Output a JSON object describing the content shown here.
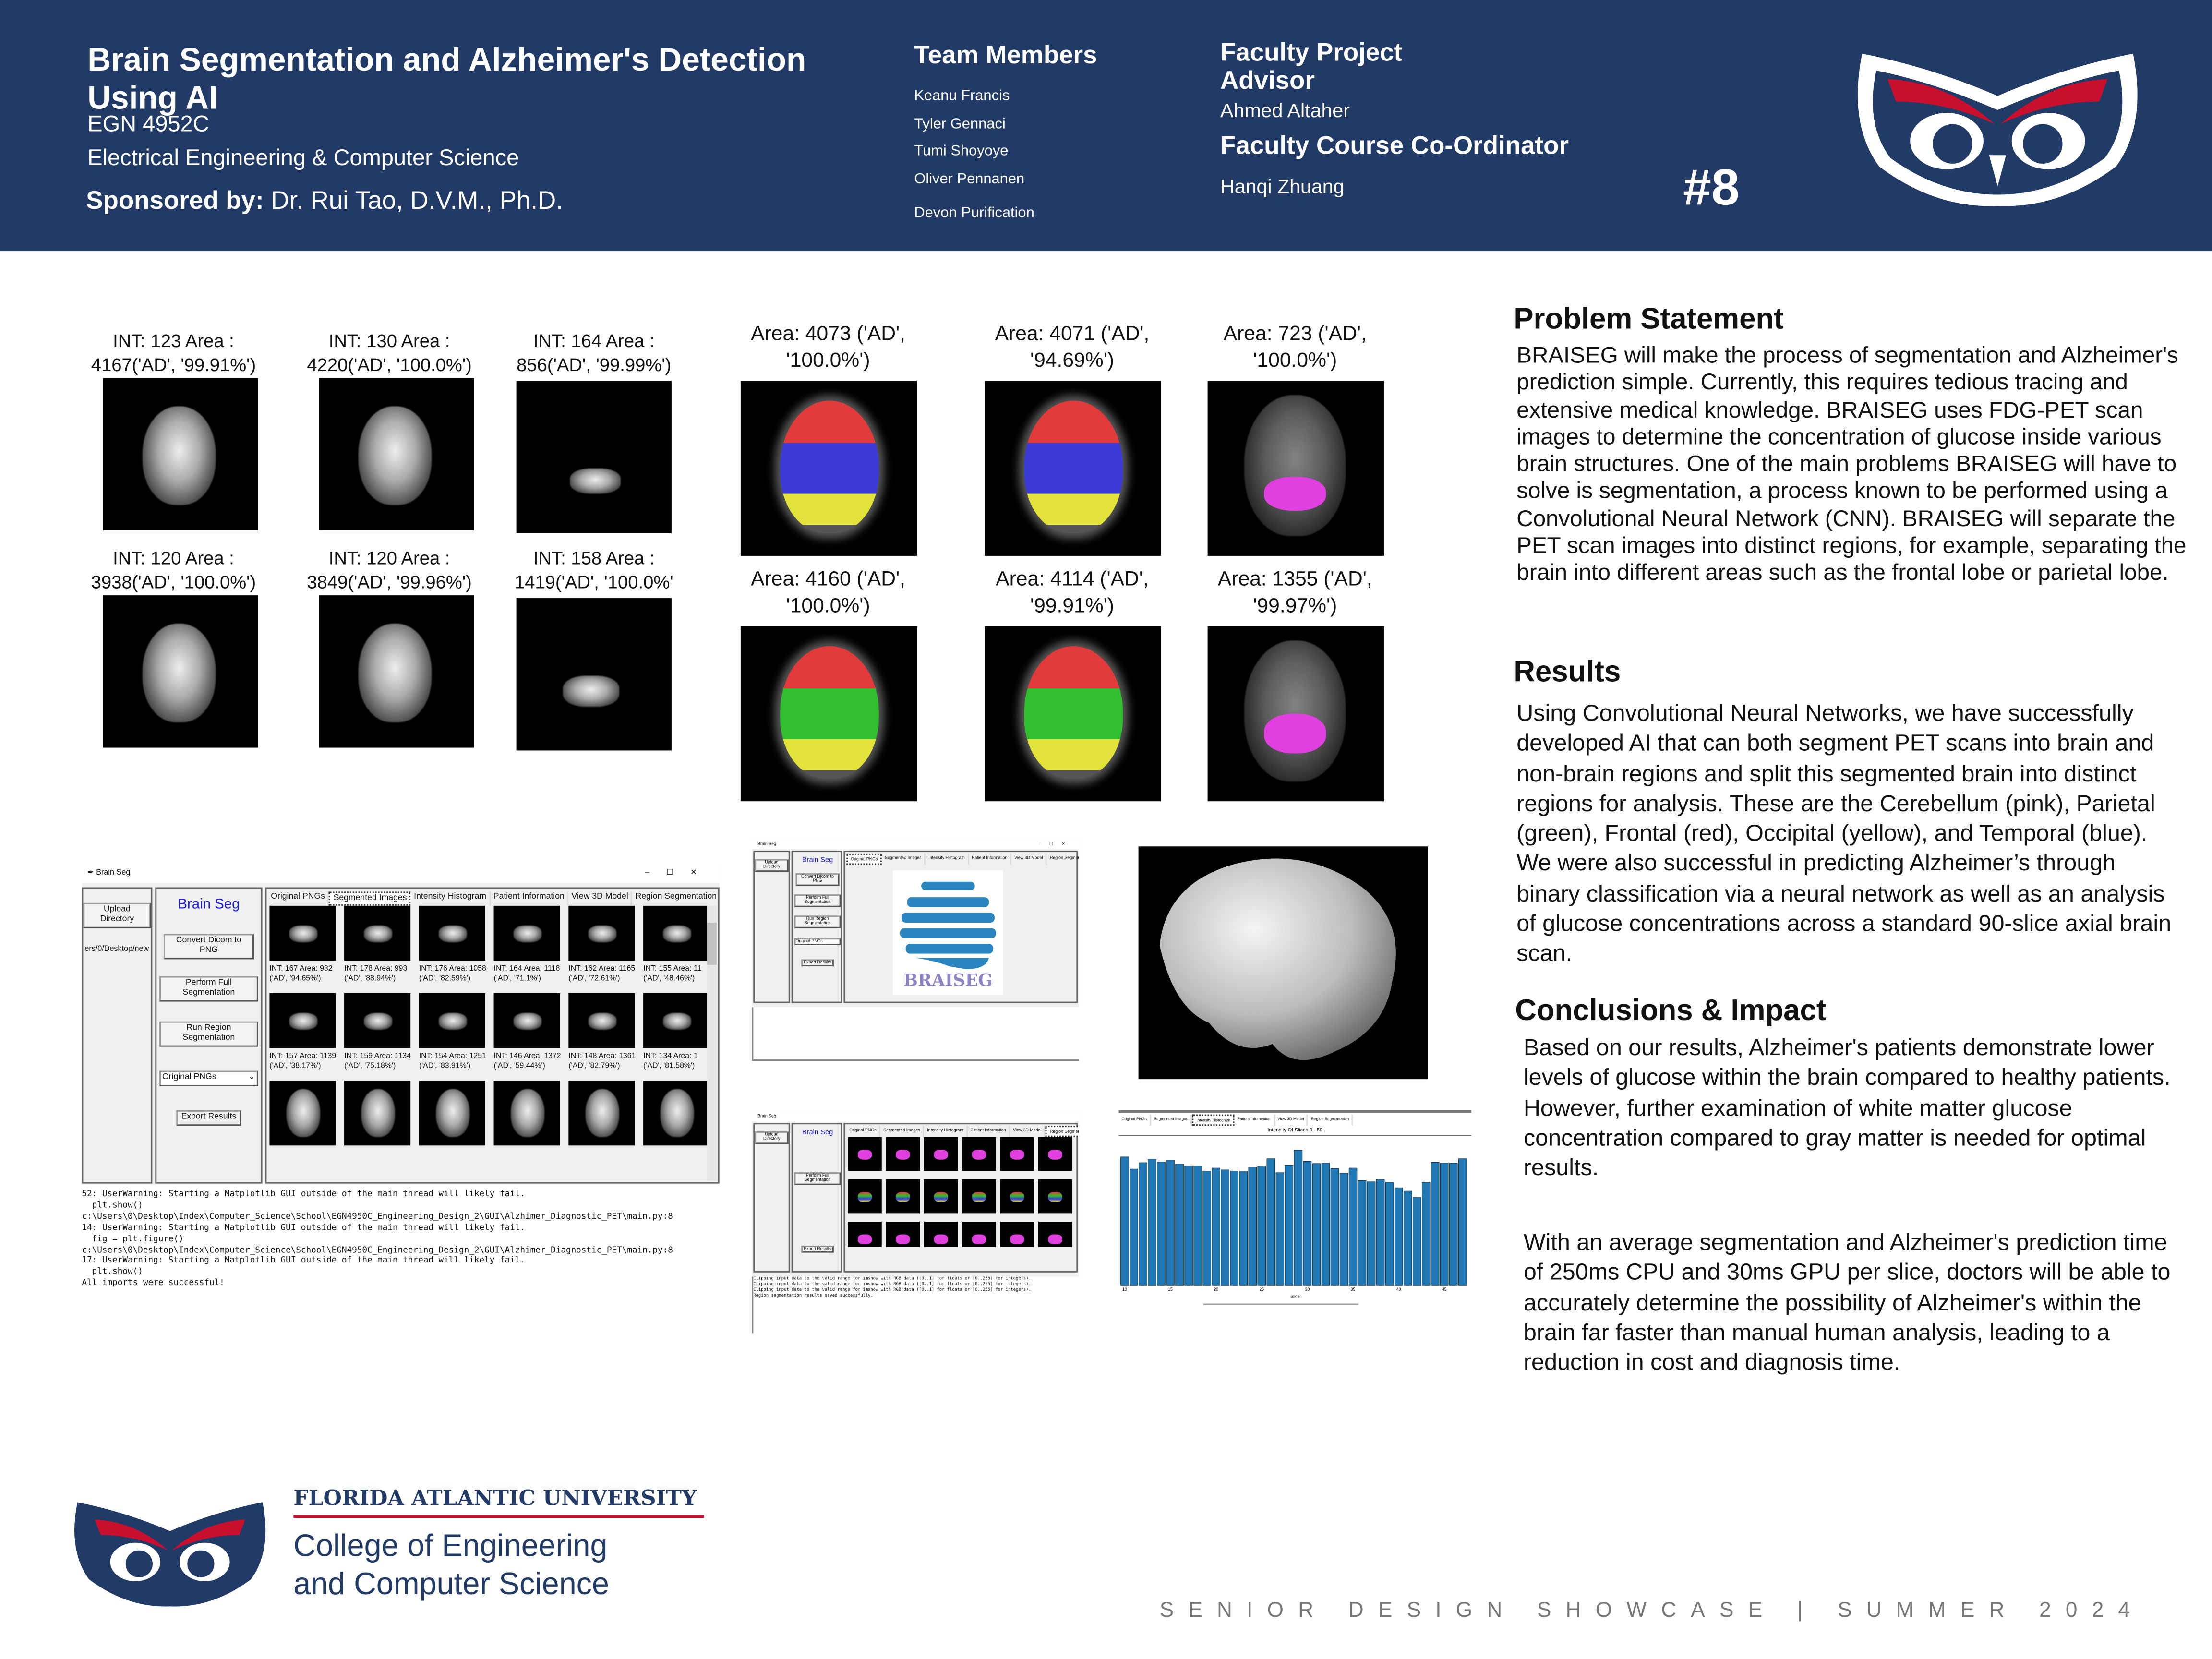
{
  "header": {
    "title": "Brain Segmentation and Alzheimer's Detection Using AI",
    "course": "EGN 4952C",
    "department": "Electrical Engineering & Computer Science",
    "sponsor_label": "Sponsored by:",
    "sponsor_name": " Dr. Rui Tao, D.V.M., Ph.D.",
    "team_heading": "Team Members",
    "team": [
      "Keanu Francis",
      "Tyler Gennaci",
      "Tumi Shoyoye",
      "Oliver Pennanen",
      "Devon Purification"
    ],
    "advisor_heading": "Faculty Project Advisor",
    "advisor": "Ahmed Altaher",
    "coordinator_heading": "Faculty Course Co-Ordinator",
    "coordinator": "Hanqi Zhuang",
    "project_number": "#8",
    "colors": {
      "navy": "#223a66",
      "red": "#c8102e"
    }
  },
  "gray_results": [
    {
      "caption": "INT: 123 Area :\n4167('AD', '99.91%')",
      "size": "large"
    },
    {
      "caption": "INT: 130 Area :\n4220('AD', '100.0%')",
      "size": "large"
    },
    {
      "caption": "INT: 164 Area :\n856('AD', '99.99%')",
      "size": "small"
    },
    {
      "caption": "INT: 120 Area :\n3938('AD', '100.0%')",
      "size": "large"
    },
    {
      "caption": "INT: 120 Area :\n3849('AD', '99.96%')",
      "size": "large"
    },
    {
      "caption": "INT: 158 Area :\n1419('AD', '100.0%'",
      "size": "small"
    }
  ],
  "region_results": [
    {
      "caption": "Area: 4073 ('AD',\n'100.0%')",
      "regions": [
        "red",
        "blue",
        "yellow"
      ]
    },
    {
      "caption": "Area: 4071 ('AD',\n'94.69%')",
      "regions": [
        "red",
        "blue",
        "yellow"
      ]
    },
    {
      "caption": "Area: 723 ('AD',\n'100.0%')",
      "regions": [
        "pink"
      ]
    },
    {
      "caption": "Area: 4160 ('AD',\n'100.0%')",
      "regions": [
        "red",
        "green",
        "yellow"
      ]
    },
    {
      "caption": "Area: 4114 ('AD',\n'99.91%')",
      "regions": [
        "red",
        "green",
        "yellow"
      ]
    },
    {
      "caption": "Area: 1355 ('AD',\n'99.97%')",
      "regions": [
        "pink"
      ]
    }
  ],
  "gui": {
    "window_title": "Brain Seg",
    "app_title": "Brain Seg",
    "upload_button": "Upload Directory",
    "path": "ers/0/Desktop/new",
    "convert_button": "Convert Dicom to PNG",
    "full_seg_button": "Perform Full Segmentation",
    "region_seg_button": "Run Region Segmentation",
    "view_select": "Original PNGs",
    "export_button": "Export Results",
    "tabs": [
      "Original PNGs",
      "Segmented Images",
      "Intensity Histogram",
      "Patient Information",
      "View 3D Model",
      "Region Segmentation"
    ],
    "thumbs": [
      "INT: 167 Area: 932\n('AD', '94.65%')",
      "INT: 178 Area: 993\n('AD', '88.94%')",
      "INT: 176 Area: 1058\n('AD', '82.59%')",
      "INT: 164 Area: 1118\n('AD', '71.1%')",
      "INT: 162 Area: 1165\n('AD', '72.61%')",
      "INT: 155 Area: 11\n('AD', '48.46%')",
      "INT: 157 Area: 1139\n('AD', '38.17%')",
      "INT: 159 Area: 1134\n('AD', '75.18%')",
      "INT: 154 Area: 1251\n('AD', '83.91%')",
      "INT: 146 Area: 1372\n('AD', '59.44%')",
      "INT: 148 Area: 1361\n('AD', '82.79%')",
      "INT: 134 Area: 1\n('AD', '81.58%')"
    ],
    "console": "52: UserWarning: Starting a Matplotlib GUI outside of the main thread will likely fail.\n  plt.show()\nc:\\Users\\0\\Desktop\\Index\\Computer_Science\\School\\EGN4950C_Engineering_Design_2\\GUI\\Alzhimer_Diagnostic_PET\\main.py:8\n14: UserWarning: Starting a Matplotlib GUI outside of the main thread will likely fail.\n  fig = plt.figure()\nc:\\Users\\0\\Desktop\\Index\\Computer_Science\\School\\EGN4950C_Engineering_Design_2\\GUI\\Alzhimer_Diagnostic_PET\\main.py:8\n17: UserWarning: Starting a Matplotlib GUI outside of the main thread will likely fail.\n  plt.show()\nAll imports were successful!",
    "logo_text": "BRAISEG",
    "console3": "Clipping input data to the valid range for imshow with RGB data ([0..1] for floats or [0..255] for integers).\nClipping input data to the valid range for imshow with RGB data ([0..1] for floats or [0..255] for integers).\nClipping input data to the valid range for imshow with RGB data ([0..1] for floats or [0..255] for integers).\nRegion segmentation results saved successfully."
  },
  "chart_data": {
    "type": "bar",
    "title": "Intensity Of Slices 0 - 59",
    "xlabel": "Slice",
    "ylabel": "",
    "x": [
      10,
      11,
      12,
      13,
      14,
      15,
      16,
      17,
      18,
      19,
      20,
      21,
      22,
      23,
      24,
      25,
      26,
      27,
      28,
      29,
      30,
      31,
      32,
      33,
      34,
      35,
      36,
      37,
      38,
      39,
      40,
      41,
      42,
      43,
      44,
      45,
      46,
      47
    ],
    "values": [
      773,
      700,
      738,
      760,
      742,
      754,
      731,
      719,
      719,
      687,
      706,
      695,
      688,
      684,
      711,
      717,
      762,
      678,
      723,
      813,
      746,
      733,
      736,
      703,
      675,
      706,
      630,
      623,
      637,
      620,
      587,
      567,
      528,
      620,
      740,
      736,
      735,
      762
    ],
    "xticks": [
      10,
      15,
      20,
      25,
      30,
      35,
      40,
      45
    ],
    "ylim": [
      0,
      850
    ],
    "color": "#1f77b4"
  },
  "sections": {
    "problem_heading": "Problem Statement",
    "problem_text": "BRAISEG will make the process of segmentation and Alzheimer's prediction simple. Currently, this requires tedious tracing and extensive medical knowledge. BRAISEG uses FDG-PET scan images to determine the concentration of glucose inside various brain structures. One of the main problems BRAISEG will have to solve is segmentation, a process known to be performed using a Convolutional Neural Network (CNN). BRAISEG will separate the PET scan images into distinct regions, for example, separating the brain into different areas such as the frontal lobe or parietal lobe.",
    "results_heading": "Results",
    "results_text": "Using Convolutional Neural Networks, we have successfully developed AI that can both segment PET scans into brain and non-brain regions and split this segmented brain into distinct regions for analysis. These are the Cerebellum (pink), Parietal (green), Frontal (red), Occipital (yellow), and Temporal (blue). We were also successful in predicting Alzheimer’s through binary classification via a neural network as well as an analysis of glucose concentrations across a standard 90-slice axial brain scan.",
    "conclusions_heading": "Conclusions & Impact",
    "conclusions_text_1": "Based on our results, Alzheimer's patients demonstrate lower levels of glucose within the brain compared to healthy patients. However, further examination of white matter glucose concentration compared to gray matter is needed for optimal results.",
    "conclusions_text_2": "With an average segmentation and Alzheimer's prediction time of 250ms CPU and 30ms GPU per slice, doctors will be able to accurately determine the possibility of Alzheimer's within the brain far faster than manual human analysis, leading to a reduction in cost and diagnosis time."
  },
  "footer": {
    "university": "FLORIDA ATLANTIC UNIVERSITY",
    "college_line1": "College of Engineering",
    "college_line2": "and Computer Science",
    "showcase": "SENIOR DESIGN SHOWCASE | SUMMER 2024"
  }
}
